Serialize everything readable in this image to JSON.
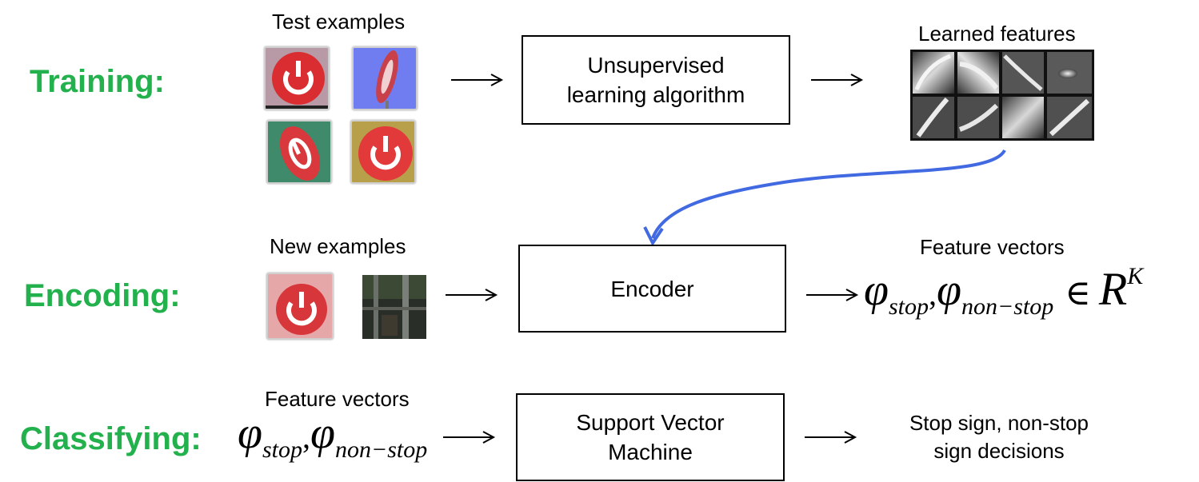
{
  "stages": {
    "training": "Training:",
    "encoding": "Encoding:",
    "classifying": "Classifying:"
  },
  "training": {
    "examples_caption": "Test examples",
    "box_line1": "Unsupervised",
    "box_line2": "learning algorithm",
    "features_caption": "Learned features"
  },
  "encoding": {
    "examples_caption": "New examples",
    "box_label": "Encoder",
    "vectors_caption": "Feature vectors",
    "formula": {
      "phi": "φ",
      "sub_stop": "stop",
      "comma": ",",
      "sub_nonstop": "non−stop",
      "element_of": "∈",
      "space": "R",
      "exponent": "K"
    }
  },
  "classifying": {
    "vectors_caption": "Feature vectors",
    "formula": {
      "phi": "φ",
      "sub_stop": "stop",
      "comma": ",",
      "sub_nonstop": "non−stop"
    },
    "box_line1": "Support Vector",
    "box_line2": "Machine",
    "result_line1": "Stop sign, non-stop",
    "result_line2": "sign decisions"
  },
  "colors": {
    "stage_label": "#22b14c",
    "feedback_arrow": "#4169e1"
  }
}
